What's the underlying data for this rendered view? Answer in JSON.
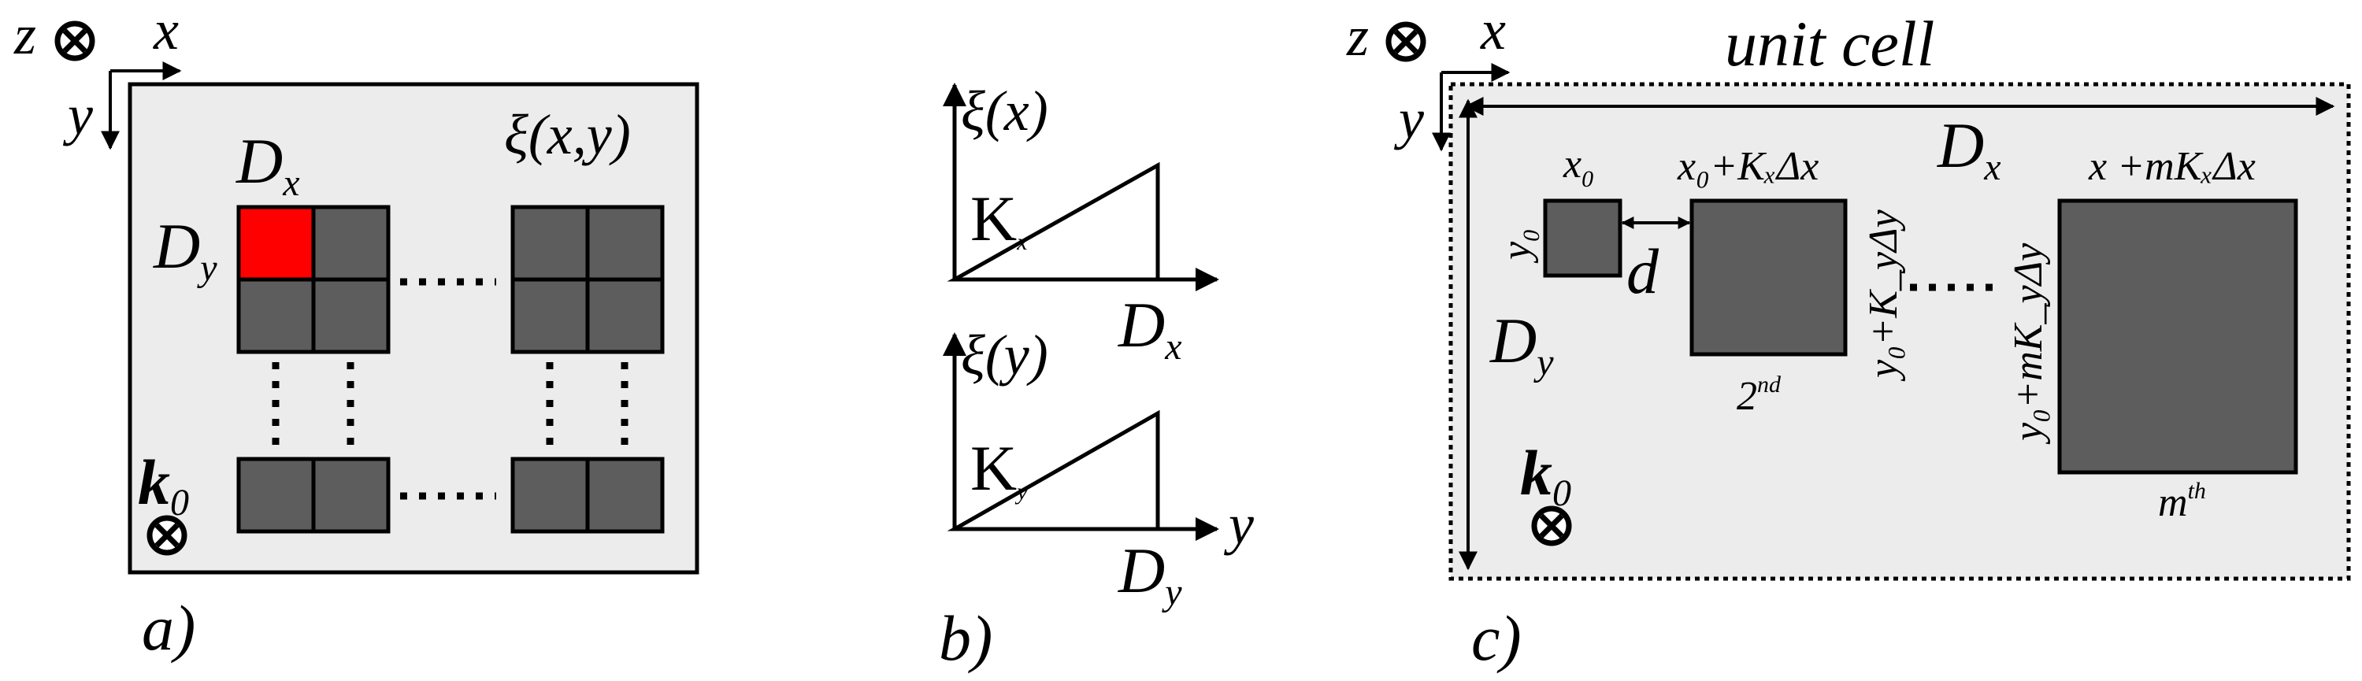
{
  "colors": {
    "panel_fill": "#ececec",
    "cell_fill": "#5d5d5d",
    "highlight_cell": "#ff0000",
    "stroke": "#000000"
  },
  "axes": {
    "z": "z",
    "x": "x",
    "y": "y"
  },
  "panel_a": {
    "caption": "a)",
    "field_label": "ξ(x,y)",
    "Dx_main": "D",
    "Dx_sub": "x",
    "Dy_main": "D",
    "Dy_sub": "y",
    "k0_main": "k",
    "k0_sub": "0",
    "dots": "....."
  },
  "panel_b": {
    "caption": "b)",
    "xi_x": "ξ(x)",
    "xi_y": "ξ(y)",
    "Kx_main": "K",
    "Kx_sub": "x",
    "Ky_main": "K",
    "Ky_sub": "y",
    "Dx_main": "D",
    "Dx_sub": "x",
    "Dy_main": "D",
    "Dy_sub": "y",
    "y_axis": "y"
  },
  "panel_c": {
    "caption": "c)",
    "title": "unit cell",
    "Dx_main": "D",
    "Dx_sub": "x",
    "Dy_main": "D",
    "Dy_sub": "y",
    "x0_main": "x",
    "x0_sub": "0",
    "y0_main": "y",
    "y0_sub": "0",
    "d": "d",
    "second_top": "x₀+KₓΔx",
    "second_side": "y₀+K_yΔy",
    "second_num": "2",
    "second_sup": "nd",
    "mth_top": "x +mKₓΔx",
    "mth_side": "y₀+mK_yΔy",
    "mth_num": "m",
    "mth_sup": "th",
    "k0_main": "k",
    "k0_sub": "0",
    "dots": "....."
  }
}
